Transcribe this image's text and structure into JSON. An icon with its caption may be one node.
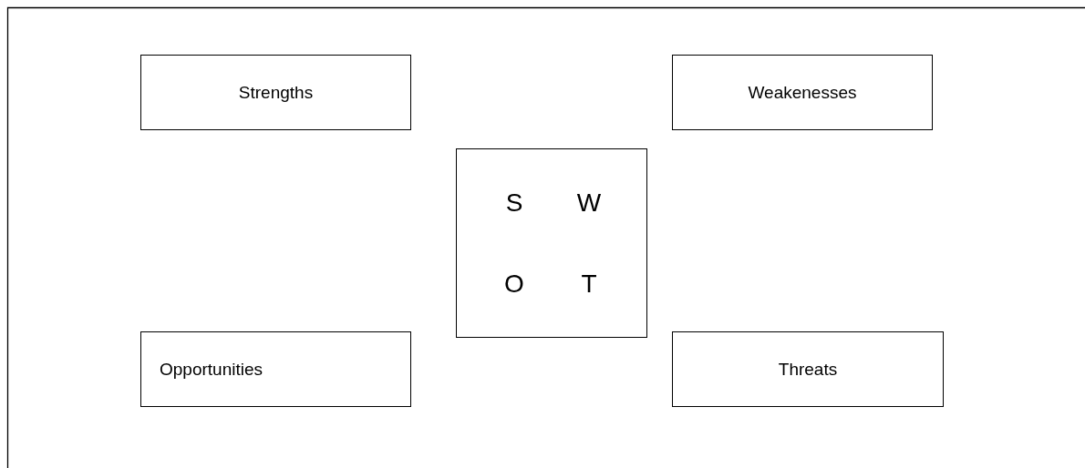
{
  "diagram": {
    "nodes": [
      {
        "text": [
          "Strengths"
        ]
      },
      {
        "text": [
          "Weakenesses"
        ]
      },
      {
        "text": [
          "S",
          "W",
          "O",
          "T"
        ]
      },
      {
        "text": [
          "Opportunities"
        ]
      },
      {
        "text": [
          "Threats"
        ]
      }
    ]
  }
}
